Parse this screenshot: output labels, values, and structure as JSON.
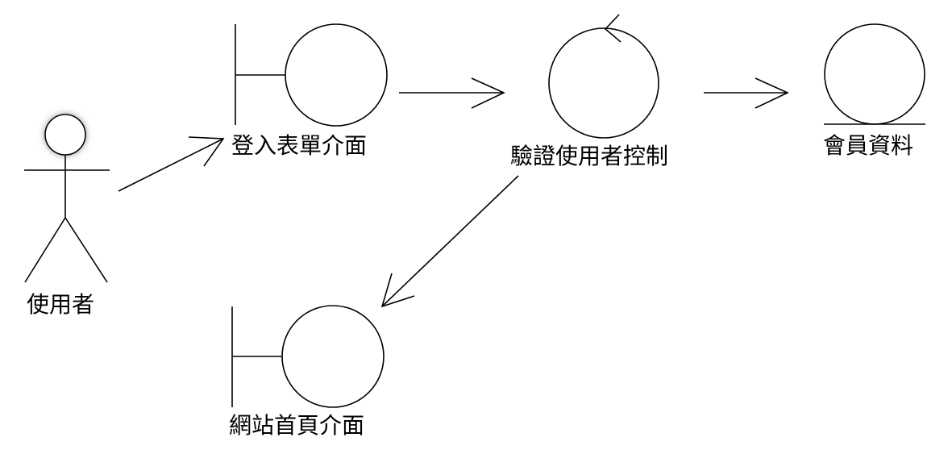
{
  "diagram": {
    "actor": {
      "label": "使用者"
    },
    "login_form": {
      "label": "登入表單介面",
      "kind": "boundary"
    },
    "validate_control": {
      "label": "驗證使用者控制",
      "kind": "control"
    },
    "member_data": {
      "label": "會員資料",
      "kind": "entity"
    },
    "homepage": {
      "label": "網站首頁介面",
      "kind": "boundary"
    }
  },
  "colors": {
    "stroke": "#000000",
    "background": "#ffffff",
    "actor_glow": "#888888"
  }
}
